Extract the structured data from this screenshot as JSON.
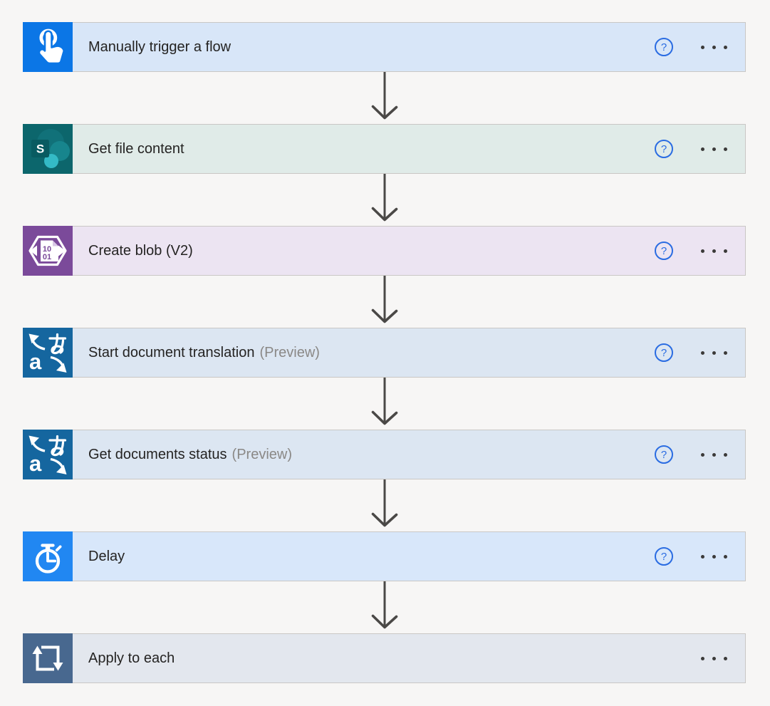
{
  "ui": {
    "help_glyph": "?",
    "menu_icon": "ellipsis-menu-icon",
    "connector_icon": "down-arrow-icon",
    "colors": {
      "page_background": "#f7f6f5",
      "card_border": "#c9c7c5",
      "label_text": "#242322",
      "preview_text": "#8a8886",
      "help_blue": "#2a6ce2",
      "menu_dots": "#3b3a39",
      "arrow": "#4a4846"
    }
  },
  "steps": [
    {
      "label": "Manually trigger a flow",
      "preview": "",
      "icon": "touch-icon",
      "icon_bg": "#0b76e6",
      "row_bg": "#d8e6f8",
      "has_help": true,
      "has_menu": true
    },
    {
      "label": "Get file content",
      "preview": "",
      "icon": "sharepoint-icon",
      "icon_text": "S",
      "icon_bg": "#0c666c",
      "row_bg": "#e0ebe8",
      "has_help": true,
      "has_menu": true
    },
    {
      "label": "Create blob (V2)",
      "preview": "",
      "icon": "azure-blob-document-icon",
      "icon_text": [
        "10",
        "01"
      ],
      "icon_bg": "#7b4a9a",
      "row_bg": "#ece4f2",
      "has_help": true,
      "has_menu": true
    },
    {
      "label": "Start document translation",
      "preview": "(Preview)",
      "icon": "translator-icon",
      "icon_chars": [
        "あ",
        "a"
      ],
      "icon_bg": "#15669f",
      "row_bg": "#dce6f2",
      "has_help": true,
      "has_menu": true
    },
    {
      "label": "Get documents status",
      "preview": "(Preview)",
      "icon": "translator-icon",
      "icon_chars": [
        "あ",
        "a"
      ],
      "icon_bg": "#15669f",
      "row_bg": "#dce6f2",
      "has_help": true,
      "has_menu": true
    },
    {
      "label": "Delay",
      "preview": "",
      "icon": "stopwatch-icon",
      "icon_bg": "#2187f2",
      "row_bg": "#d8e7fa",
      "has_help": true,
      "has_menu": true
    },
    {
      "label": "Apply to each",
      "preview": "",
      "icon": "loop-icon",
      "icon_bg": "#48688f",
      "row_bg": "#e3e7ee",
      "has_help": false,
      "has_menu": true
    }
  ]
}
